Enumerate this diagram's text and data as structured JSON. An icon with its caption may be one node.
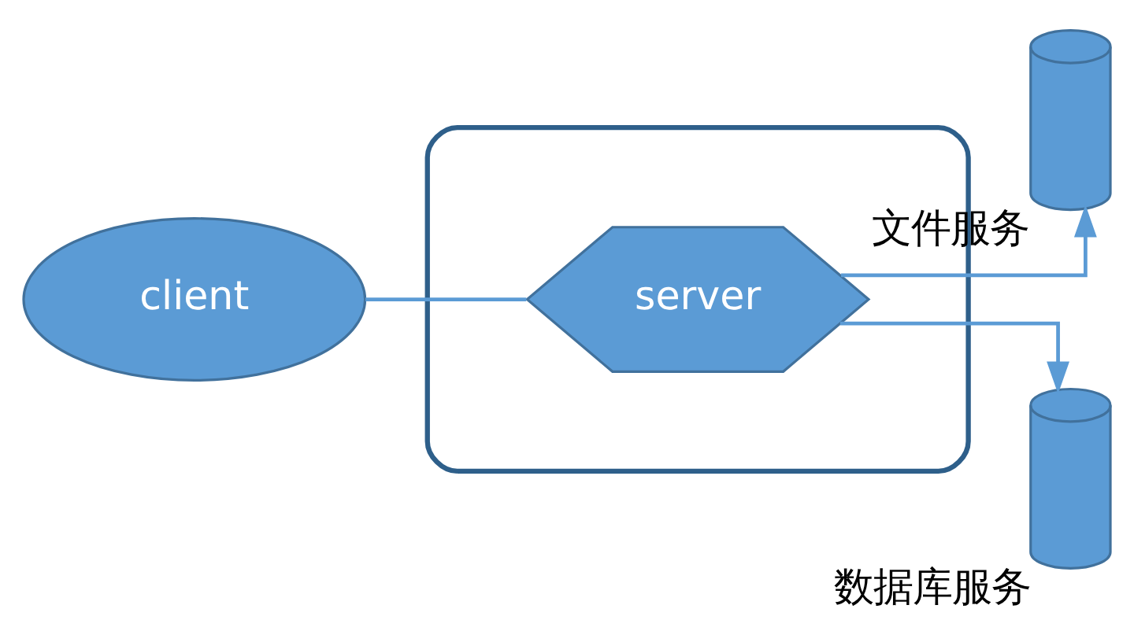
{
  "diagram": {
    "nodes": [
      {
        "text": [
          "client"
        ]
      },
      {
        "text": [],
        "shape": "box"
      },
      {
        "text": [
          "server"
        ],
        "in": 1
      },
      {
        "text": [],
        "shape": "cylinder",
        "beside": [
          "文件服务"
        ]
      },
      {
        "text": [],
        "shape": "cylinder",
        "beside": [
          "数据库服务"
        ]
      }
    ],
    "edges": [
      {
        "from": 0,
        "to": 2,
        "arrow": "none"
      },
      {
        "from": 2,
        "to": 3,
        "arrow": "to"
      },
      {
        "from": 2,
        "to": 4,
        "arrow": "to"
      }
    ]
  }
}
